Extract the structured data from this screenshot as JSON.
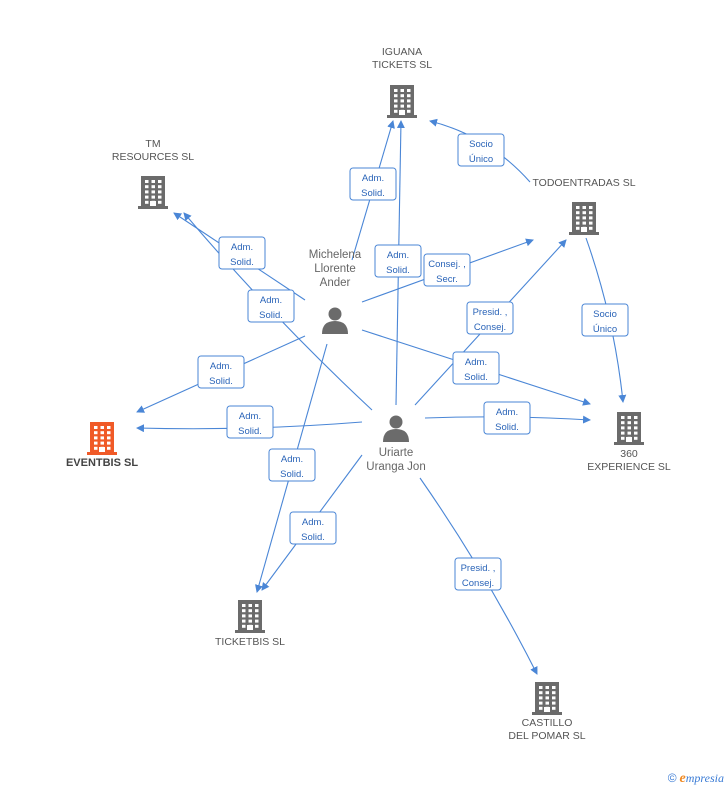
{
  "diagram": {
    "companies": [
      {
        "id": "iguana",
        "lines": [
          "IGUANA",
          "TICKETS SL"
        ],
        "highlight": false
      },
      {
        "id": "tm",
        "lines": [
          "TM",
          "RESOURCES  SL"
        ],
        "highlight": false
      },
      {
        "id": "todoentradas",
        "lines": [
          "TODOENTRADAS SL"
        ],
        "highlight": false
      },
      {
        "id": "eventbis",
        "lines": [
          "EVENTBIS SL"
        ],
        "highlight": true
      },
      {
        "id": "exp360",
        "lines": [
          "360",
          "EXPERIENCE  SL"
        ],
        "highlight": false
      },
      {
        "id": "ticketbis",
        "lines": [
          "TICKETBIS SL"
        ],
        "highlight": false
      },
      {
        "id": "castillo",
        "lines": [
          "CASTILLO",
          "DEL POMAR SL"
        ],
        "highlight": false
      }
    ],
    "people": [
      {
        "id": "michelena",
        "lines": [
          "Michelena",
          "Llorente",
          "Ander"
        ]
      },
      {
        "id": "uriarte",
        "lines": [
          "Uriarte",
          "Uranga Jon"
        ]
      }
    ],
    "edges": [
      {
        "from": "todoentradas",
        "to": "iguana",
        "lines": [
          "Socio",
          "Único"
        ]
      },
      {
        "from": "todoentradas",
        "to": "exp360",
        "lines": [
          "Socio",
          "Único"
        ]
      },
      {
        "from": "michelena",
        "to": "iguana",
        "lines": [
          "Adm.",
          "Solid."
        ]
      },
      {
        "from": "michelena",
        "to": "tm",
        "lines": [
          "Adm.",
          "Solid."
        ]
      },
      {
        "from": "michelena",
        "to": "todoentradas",
        "lines": [
          "Consej. ,",
          "Secr."
        ]
      },
      {
        "from": "michelena",
        "to": "eventbis",
        "lines": [
          "Adm.",
          "Solid."
        ]
      },
      {
        "from": "michelena",
        "to": "exp360",
        "lines": [
          "Adm.",
          "Solid."
        ]
      },
      {
        "from": "michelena",
        "to": "ticketbis",
        "lines": [
          "Adm.",
          "Solid."
        ]
      },
      {
        "from": "uriarte",
        "to": "iguana",
        "lines": [
          "Adm.",
          "Solid."
        ]
      },
      {
        "from": "uriarte",
        "to": "tm",
        "lines": [
          "Adm.",
          "Solid."
        ]
      },
      {
        "from": "uriarte",
        "to": "todoentradas",
        "lines": [
          "Presid. ,",
          "Consej."
        ]
      },
      {
        "from": "uriarte",
        "to": "eventbis",
        "lines": [
          "Adm.",
          "Solid."
        ]
      },
      {
        "from": "uriarte",
        "to": "exp360",
        "lines": [
          "Adm.",
          "Solid."
        ]
      },
      {
        "from": "uriarte",
        "to": "ticketbis",
        "lines": [
          "Adm.",
          "Solid."
        ]
      },
      {
        "from": "uriarte",
        "to": "castillo",
        "lines": [
          "Presid. ,",
          "Consej."
        ]
      }
    ],
    "colors": {
      "edge": "#4a86d6",
      "building": "#6b6b6b",
      "highlight": "#f05a28",
      "person": "#6b6b6b"
    }
  },
  "footer": {
    "copyright": "©",
    "brand_initial": "e",
    "brand_rest": "mpresia"
  }
}
